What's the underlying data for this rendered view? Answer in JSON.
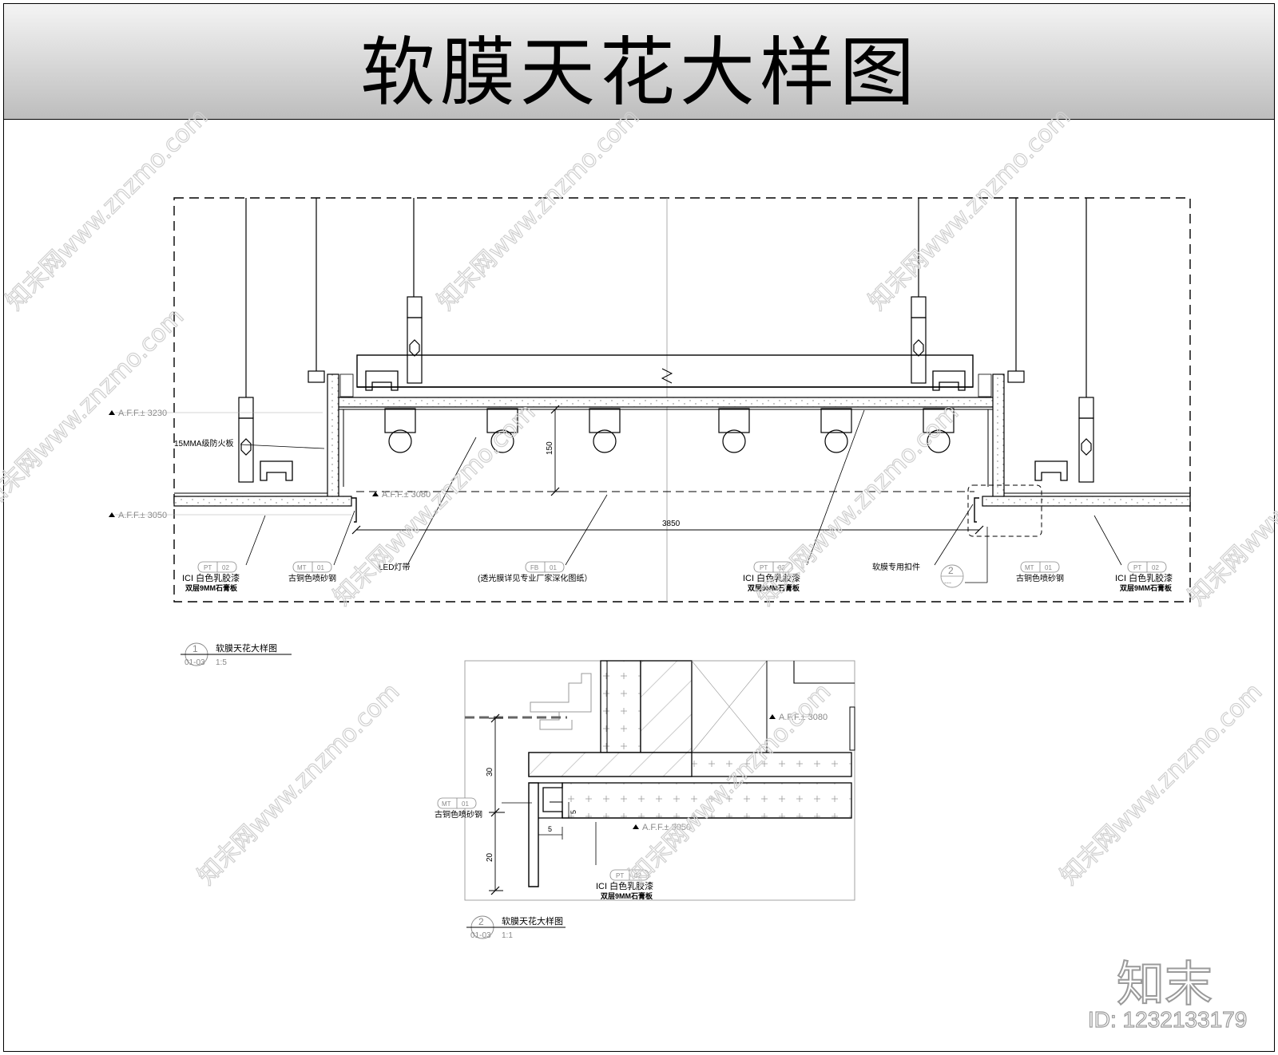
{
  "title": "软膜天花大样图",
  "watermark": "知末网www.znzmo.com",
  "brand": {
    "name": "知末",
    "id": "ID: 1232133179"
  },
  "main_detail": {
    "levels": [
      "A.F.F.± 3230",
      "A.F.F.± 3080",
      "A.F.F.± 3050"
    ],
    "dimensions": {
      "height": "150",
      "width": "3850"
    },
    "fire_board_note": "15MMA级防火板",
    "callouts": [
      {
        "code": "PT",
        "num": "02",
        "line1": "ICI 白色乳胶漆",
        "line2": "双层9MM石膏板"
      },
      {
        "code": "MT",
        "num": "01",
        "line1": "古铜色喷砂钢",
        "line2": ""
      },
      {
        "code": "",
        "num": "",
        "line1": "LED灯带",
        "line2": ""
      },
      {
        "code": "FB",
        "num": "01",
        "line1": "(透光膜详见专业厂家深化图纸）",
        "line2": ""
      },
      {
        "code": "PT",
        "num": "02",
        "line1": "ICI 白色乳胶漆",
        "line2": "双层9MM石膏板"
      },
      {
        "code": "",
        "num": "",
        "line1": "软膜专用扣件",
        "line2": ""
      },
      {
        "code": "MT",
        "num": "01",
        "line1": "古铜色喷砂钢",
        "line2": ""
      },
      {
        "code": "PT",
        "num": "02",
        "line1": "ICI 白色乳胶漆",
        "line2": "双层9MM石膏板"
      }
    ],
    "section_marker": {
      "num": "2",
      "sheet": "---"
    },
    "caption": {
      "num": "1",
      "sheet": "01-03",
      "name": "软膜天花大样图",
      "scale": "1:5"
    }
  },
  "enlarged_detail": {
    "levels": [
      "A.F.F.± 3080",
      "A.F.F.± 3050"
    ],
    "dimensions": [
      "30",
      "20",
      "5",
      "5"
    ],
    "callouts": [
      {
        "code": "MT",
        "num": "01",
        "line1": "古铜色喷砂钢",
        "line2": ""
      },
      {
        "code": "PT",
        "num": "02",
        "line1": "ICI 白色乳胶漆",
        "line2": "双层9MM石膏板"
      }
    ],
    "caption": {
      "num": "2",
      "sheet": "01-03",
      "name": "软膜天花大样图",
      "scale": "1:1"
    }
  }
}
